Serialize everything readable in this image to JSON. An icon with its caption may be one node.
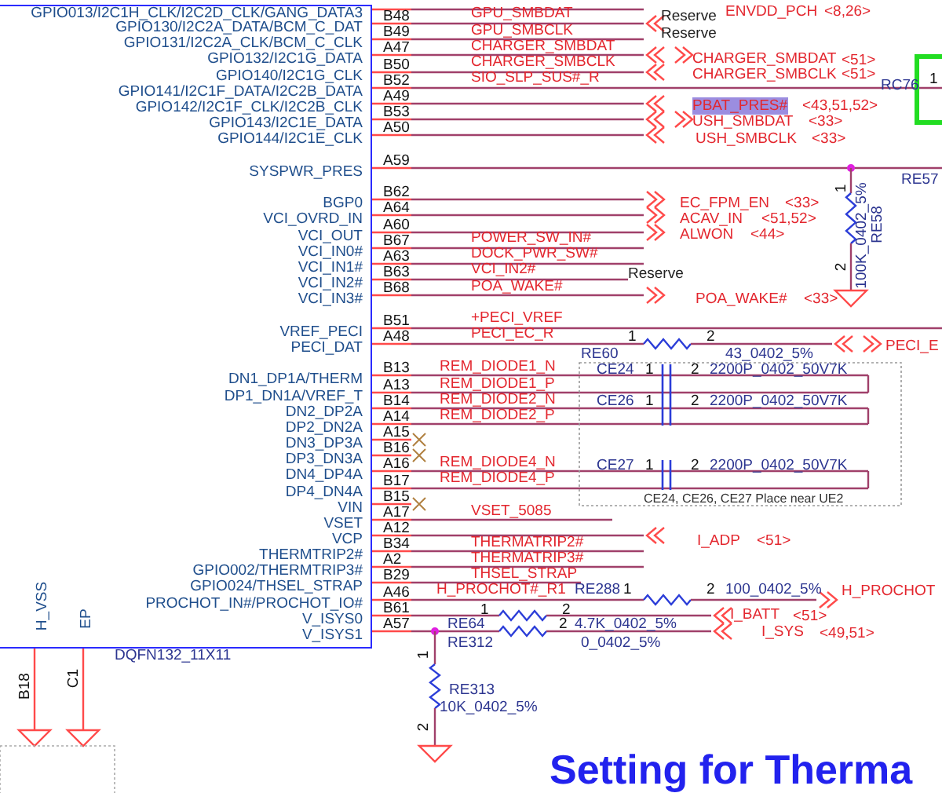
{
  "diagram": {
    "title": "Setting for Therma",
    "nodes": [
      {
        "text": [
          "GPIO013/I2C1H_CLK/I2C2D_CLK/GANG_DATA3",
          "GPIO130/I2C2A_DATA/BCM_C_DAT",
          "GPIO131/I2C2A_CLK/BCM_C_CLK",
          "GPIO132/I2C1G_DATA",
          "GPIO140/I2C1G_CLK",
          "GPIO141/I2C1F_DATA/I2C2B_DATA",
          "GPIO142/I2C1F_CLK/I2C2B_CLK",
          "GPIO143/I2C1E_DATA",
          "GPIO144/I2C1E_CLK",
          "SYSPWR_PRES",
          "BGP0",
          "VCI_OVRD_IN",
          "VCI_OUT",
          "VCI_IN0#",
          "VCI_IN1#",
          "VCI_IN2#",
          "VCI_IN3#",
          "VREF_PECI",
          "PECI_DAT",
          "DN1_DP1A/THERM",
          "DP1_DN1A/VREF_T",
          "DN2_DP2A",
          "DP2_DN2A",
          "DN3_DP3A",
          "DP3_DN3A",
          "DN4_DP4A",
          "DP4_DN4A",
          "VIN",
          "VSET",
          "VCP",
          "THERMTRIP2#",
          "GPIO002/THERMTRIP3#",
          "GPIO024/THSEL_STRAP",
          "PROCHOT_IN#/PROCHOT_IO#",
          "V_ISYS0",
          "V_ISYS1",
          "H_VSS",
          "EP"
        ],
        "beside": [
          "DQFN132_11X11"
        ]
      }
    ],
    "labels": [
      "B48",
      "B49",
      "A47",
      "B50",
      "B52",
      "A49",
      "B53",
      "A50",
      "A59",
      "B62",
      "A64",
      "A60",
      "B67",
      "A63",
      "B63",
      "B68",
      "B51",
      "A48",
      "B13",
      "A13",
      "B14",
      "A14",
      "A15",
      "B16",
      "A16",
      "B17",
      "B15",
      "A17",
      "A12",
      "B34",
      "A2",
      "B29",
      "A46",
      "B61",
      "A57",
      "B18",
      "C1",
      "GPU_SMBDAT",
      "Reserve",
      "ENVDD_PCH",
      "<8,26>",
      "GPU_SMBCLK",
      "Reserve",
      "CHARGER_SMBDAT",
      "CHARGER_SMBCLK",
      "CHARGER_SMBDAT",
      "<51>",
      "SIO_SLP_SUS#_R",
      "CHARGER_SMBCLK",
      "<51>",
      "RC76",
      "1",
      "PBAT_PRES#",
      "<43,51,52>",
      "USH_SMBDAT",
      "<33>",
      "USH_SMBCLK",
      "<33>",
      "RE57",
      "1",
      "100K_0402_5%",
      "RE58",
      "EC_FPM_EN",
      "<33>",
      "ACAV_IN",
      "<51,52>",
      "ALWON",
      "<44>",
      "POWER_SW_IN#",
      "DOCK_PWR_SW#",
      "2",
      "VCI_IN2#",
      "Reserve",
      "POA_WAKE#",
      "POA_WAKE#",
      "<33>",
      "+PECI_VREF",
      "PECI_EC_R",
      "1",
      "2",
      "PECI_E",
      "RE60",
      "43_0402_5%",
      "REM_DIODE1_N",
      "CE24",
      "1",
      "2",
      "2200P_0402_50V7K",
      "REM_DIODE1_P",
      "REM_DIODE2_N",
      "CE26",
      "1",
      "2",
      "2200P_0402_50V7K",
      "REM_DIODE2_P",
      "REM_DIODE4_N",
      "CE27",
      "1",
      "2",
      "2200P_0402_50V7K",
      "REM_DIODE4_P",
      "CE24, CE26, CE27 Place near UE2",
      "VSET_5085",
      "THERMATRIP2#",
      "I_ADP",
      "<51>",
      "THERMATRIP3#",
      "THSEL_STRAP",
      "H_PROCHOT#_R1",
      "RE288",
      "1",
      "2",
      "100_0402_5%",
      "H_PROCHOT",
      "1",
      "2",
      "I_BATT",
      "<51>",
      "RE64",
      "2",
      "4.7K_0402_5%",
      "I_SYS",
      "<49,51>",
      "RE312",
      "0_0402_5%",
      "1",
      "RE313",
      "10K_0402_5%",
      "2"
    ]
  }
}
